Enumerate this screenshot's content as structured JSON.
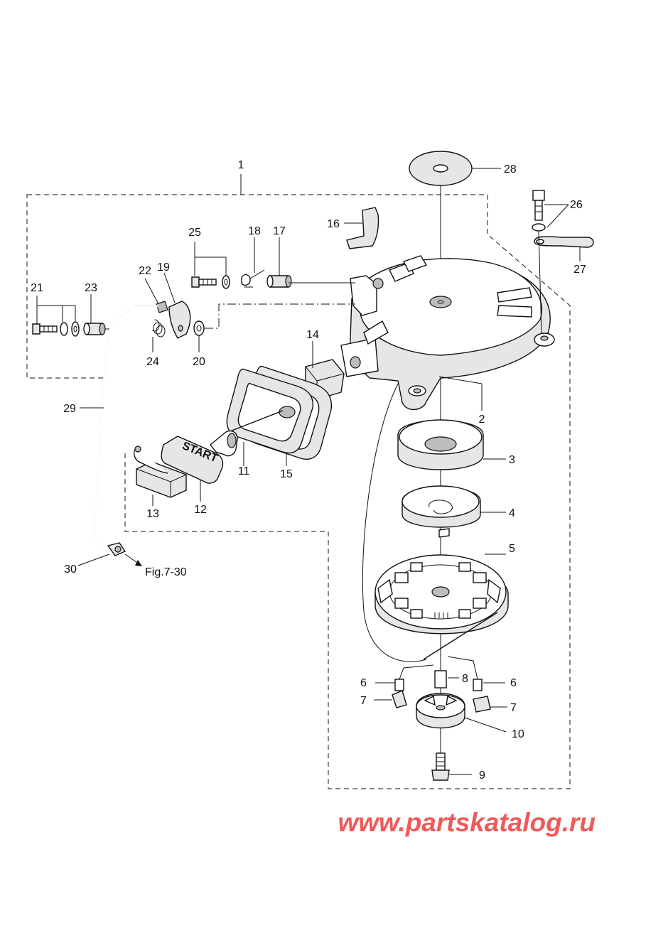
{
  "callouts": {
    "c1": "1",
    "c2": "2",
    "c3": "3",
    "c4": "4",
    "c5": "5",
    "c6a": "6",
    "c6b": "6",
    "c7a": "7",
    "c7b": "7",
    "c8": "8",
    "c9": "9",
    "c10": "10",
    "c11": "11",
    "c12": "12",
    "c13": "13",
    "c14": "14",
    "c15": "15",
    "c16": "16",
    "c17": "17",
    "c18": "18",
    "c19": "19",
    "c20": "20",
    "c21": "21",
    "c22": "22",
    "c23": "23",
    "c24": "24",
    "c25": "25",
    "c26": "26",
    "c27": "27",
    "c28": "28",
    "c29": "29",
    "c30": "30"
  },
  "reference": "Fig.7-30",
  "handle_text": "START",
  "watermark": "www.partskatalog.ru"
}
